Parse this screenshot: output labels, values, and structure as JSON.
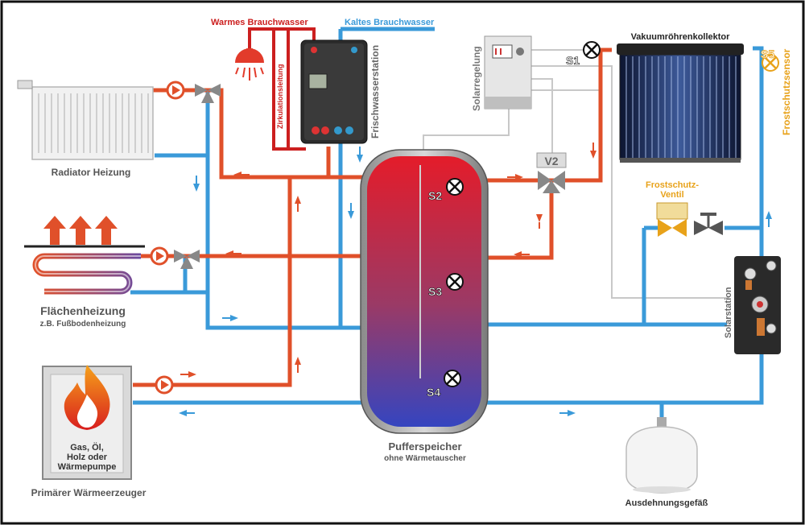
{
  "labels": {
    "warm_water": "Warmes Brauchwasser",
    "cold_water": "Kaltes Brauchwasser",
    "circulation": "Zirkulationsleitung",
    "fresh_water_station": "Frischwasserstation",
    "solar_control": "Solarregelung",
    "collector": "Vakuumröhrenkollektor",
    "frost_sensor": "Frostschutzsensor",
    "frost_valve_line1": "Frostschutz-",
    "frost_valve_line2": "Ventil",
    "solar_station": "Solarstation",
    "radiator": "Radiator Heizung",
    "floor_heating": "Flächenheizung",
    "floor_heating_sub": "z.B. Fußbodenheizung",
    "heat_source_line1": "Gas, Öl,",
    "heat_source_line2": "Holz oder",
    "heat_source_line3": "Wärmepumpe",
    "primary_generator": "Primärer Wärmeerzeuger",
    "buffer_tank": "Pufferspeicher",
    "buffer_tank_sub": "ohne Wärmetauscher",
    "expansion_vessel": "Ausdehnungsgefäß"
  },
  "sensors": {
    "s1": "S1",
    "s2": "S2",
    "s3": "S3",
    "s4": "S4",
    "s5": "S5"
  },
  "valve_v2": "V2",
  "colors": {
    "hot": "#e0502a",
    "cold": "#3a9ad9",
    "dark_red": "#cc1f1f",
    "grey_line": "#c8c8c8",
    "frost": "#e8a21a",
    "frame": "#111111"
  }
}
